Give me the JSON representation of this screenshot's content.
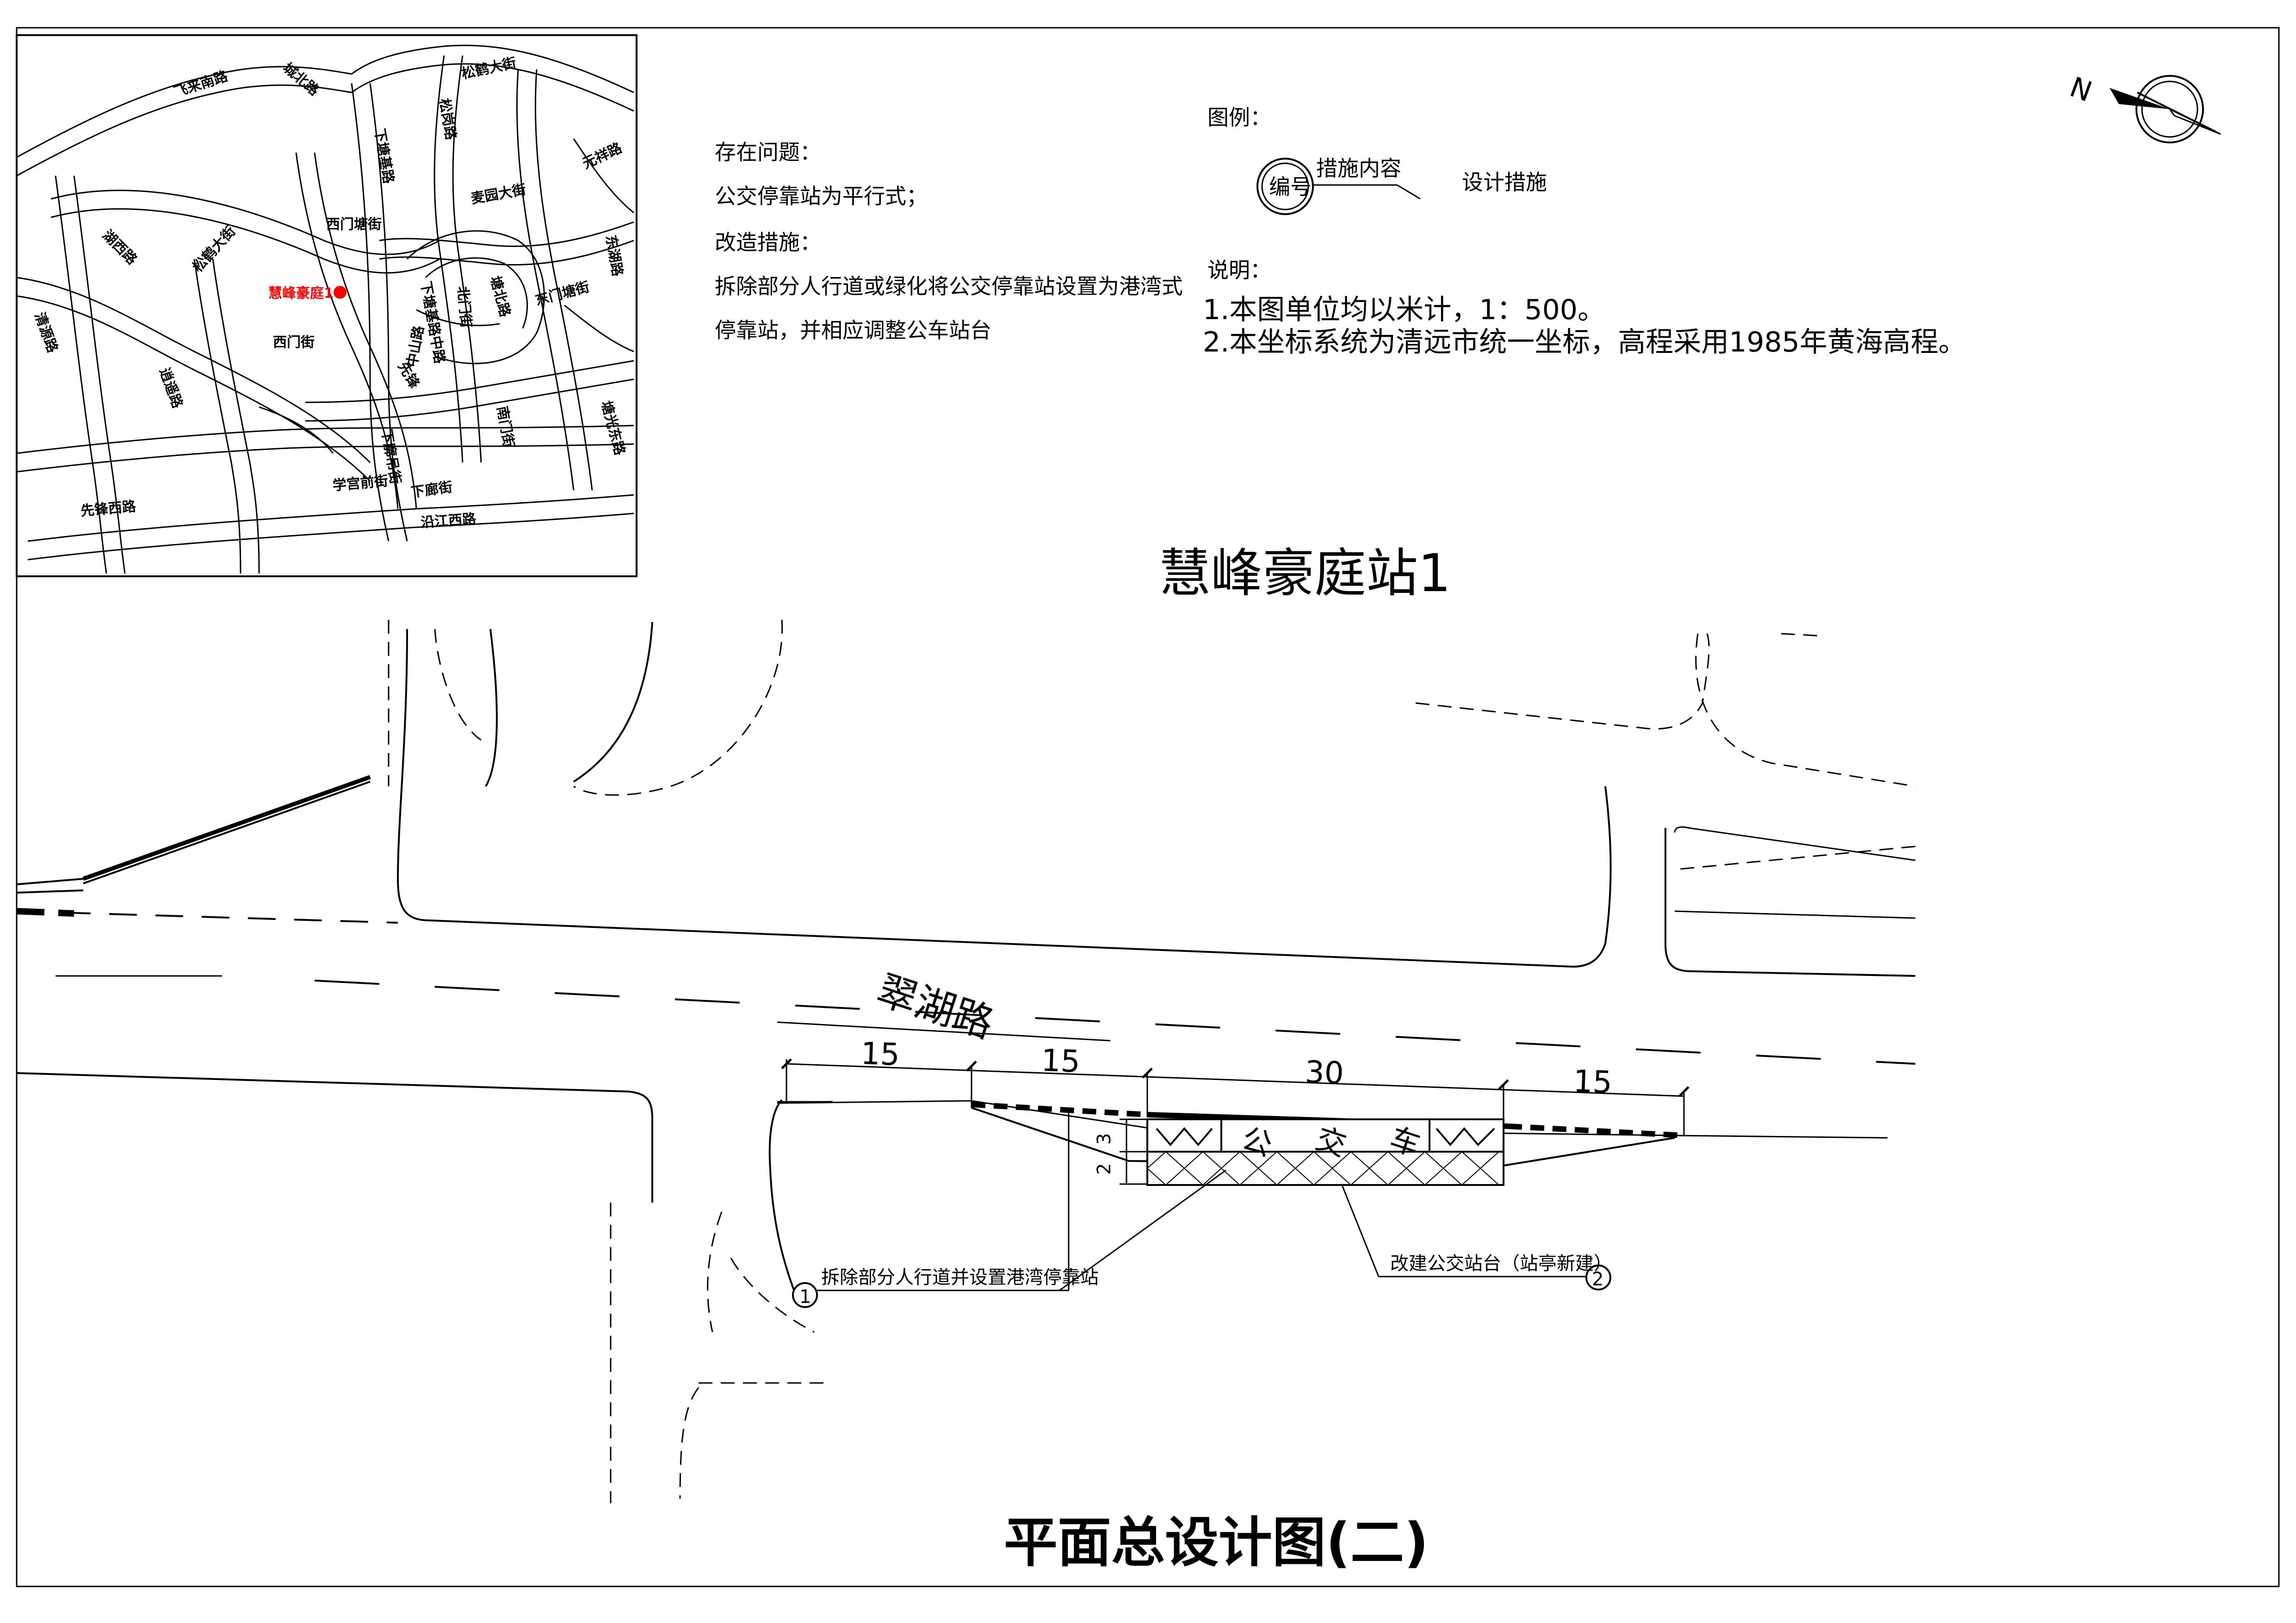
{
  "title": "平面总设计图(二)",
  "station_name": "慧峰豪庭站1",
  "road_name": "翠湖路",
  "location_map": {
    "marker_label": "慧峰豪庭1",
    "street_labels": {
      "feilai_nan": "飞来南路",
      "chengbei": "城北路",
      "songhe_top": "松鹤大街",
      "songgang": "松岗路",
      "yuanxiang": "元祥路",
      "xiajiaji": "下塘基路",
      "maiyuan": "麦园大街",
      "songhe_mid": "松鹤大街",
      "hubei": "湖西路",
      "ximen_tangbei": "西门塘街",
      "dongwu": "东湖路",
      "tangbei": "塘北路",
      "beimen": "北门街",
      "dongmen_tang": "东门塘街",
      "qingyuan": "清源路",
      "xiajiji_zhong": "下塘基路中路",
      "ximen": "西门街",
      "xianfeng": "先锋",
      "zhongshan": "中山路",
      "xiaoyao": "逍遥路",
      "nanmen": "南门街",
      "shuiguang": "塘光东路",
      "xiafu": "下廓吊街",
      "xuegong": "学宫前街",
      "xialang": "下廊街",
      "xianfeng_xi": "先锋西路",
      "yanjiang_xi": "沿江西路"
    }
  },
  "notes": {
    "problem_heading": "存在问题：",
    "problem_text": "公交停靠站为平行式；",
    "measure_heading": "改造措施：",
    "measure_line1": "拆除部分人行道或绿化将公交停靠站设置为港湾式",
    "measure_line2": "停靠站，并相应调整公车站台"
  },
  "legend": {
    "heading": "图例：",
    "badge": "编号",
    "content_label": "措施内容",
    "design_label": "设计措施"
  },
  "explanation": {
    "heading": "说明：",
    "line1": "1.本图单位均以米计，1：500。",
    "line2": "2.本坐标系统为清远市统一坐标，高程采用1985年黄海高程。"
  },
  "compass_label": "N",
  "dimensions": {
    "seg1": "15",
    "seg2": "15",
    "seg3": "30",
    "seg4": "15",
    "depth": "3",
    "depth2": "2"
  },
  "shelter_chars": [
    "公",
    "交",
    "车"
  ],
  "callouts": {
    "c1_num": "1",
    "c1_text": "拆除部分人行道并设置港湾停靠站",
    "c2_num": "2",
    "c2_text": "改建公交站台（站亭新建）"
  }
}
